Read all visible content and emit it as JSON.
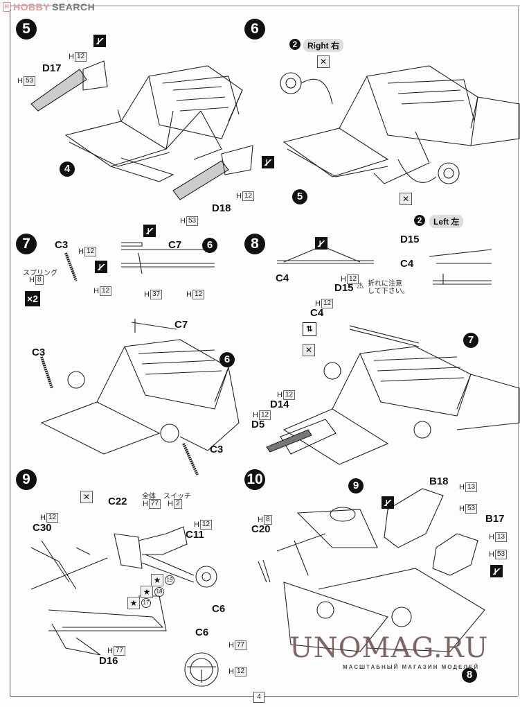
{
  "watermark_top": {
    "logo": "H",
    "brand_a": "HOBBY",
    "brand_b": "SEARCH"
  },
  "steps": {
    "s5": {
      "number": "5",
      "labels": {
        "d17": "D17",
        "d18": "D18",
        "sub4": "4"
      },
      "paints": [
        {
          "prefix": "H",
          "code": "12"
        },
        {
          "prefix": "H",
          "code": "53"
        },
        {
          "prefix": "H",
          "code": "12"
        },
        {
          "prefix": "H",
          "code": "53"
        }
      ]
    },
    "s6": {
      "number": "6",
      "right": {
        "num": "2",
        "text": "Right 右"
      },
      "left": {
        "num": "2",
        "text": "Left 左"
      },
      "sub5": "5"
    },
    "s7": {
      "number": "7",
      "labels": {
        "c3_top": "C3",
        "c7_top": "C7",
        "c7": "C7",
        "c3_left": "C3",
        "c3_bottom": "C3"
      },
      "spring_jp": "スプリング",
      "x2": "×2",
      "sub6_top": "6",
      "sub6": "6",
      "paints": [
        {
          "prefix": "H",
          "code": "12"
        },
        {
          "prefix": "H",
          "code": "8"
        },
        {
          "prefix": "H",
          "code": "12"
        },
        {
          "prefix": "H",
          "code": "37"
        },
        {
          "prefix": "H",
          "code": "12"
        }
      ]
    },
    "s8": {
      "number": "8",
      "labels": {
        "c4_top": "C4",
        "d15_right": "D15",
        "c4_right": "C4",
        "d15": "D15",
        "c4": "C4",
        "d14": "D14",
        "d5": "D5"
      },
      "warning_jp_1": "折れに注意",
      "warning_jp_2": "して下さい。",
      "sub7": "7",
      "updown": "⇅",
      "paints": [
        {
          "prefix": "H",
          "code": "12"
        },
        {
          "prefix": "H",
          "code": "12"
        },
        {
          "prefix": "H",
          "code": "12"
        },
        {
          "prefix": "H",
          "code": "12"
        }
      ]
    },
    "s9": {
      "number": "9",
      "labels": {
        "c22": "C22",
        "c30": "C30",
        "c11": "C11",
        "c6": "C6",
        "c6_detail": "C6",
        "d16": "D16"
      },
      "jp_whole": "全体",
      "jp_switch": "スイッチ",
      "paints": [
        {
          "prefix": "H",
          "code": "77"
        },
        {
          "prefix": "H",
          "code": "2"
        },
        {
          "prefix": "H",
          "code": "12"
        },
        {
          "prefix": "H",
          "code": "12"
        },
        {
          "prefix": "H",
          "code": "77"
        },
        {
          "prefix": "H",
          "code": "77"
        },
        {
          "prefix": "H",
          "code": "12"
        }
      ],
      "decals": [
        "19",
        "18",
        "17"
      ]
    },
    "s10": {
      "number": "10",
      "labels": {
        "b18": "B18",
        "b17": "B17",
        "c20": "C20"
      },
      "sub9": "9",
      "sub8": "8",
      "paints": [
        {
          "prefix": "H",
          "code": "8"
        },
        {
          "prefix": "H",
          "code": "13"
        },
        {
          "prefix": "H",
          "code": "53"
        },
        {
          "prefix": "H",
          "code": "13"
        },
        {
          "prefix": "H",
          "code": "53"
        }
      ]
    }
  },
  "watermark_bottom": {
    "title": "UNOMAG.RU",
    "subtitle": "МАСШТАБНЫЙ МАГАЗИН МОДЕЛЕЙ"
  },
  "page_number": "4"
}
